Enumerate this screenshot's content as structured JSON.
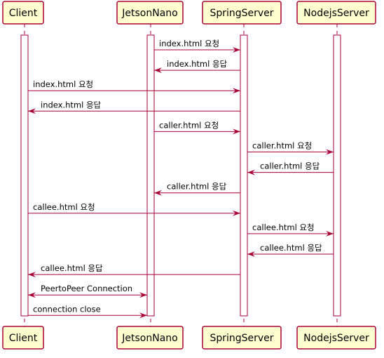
{
  "participants": [
    {
      "id": "client",
      "name": "Client"
    },
    {
      "id": "jetson",
      "name": "JetsonNano"
    },
    {
      "id": "spring",
      "name": "SpringServer"
    },
    {
      "id": "nodejs",
      "name": "NodejsServer"
    }
  ],
  "messages": [
    {
      "from": "jetson",
      "to": "spring",
      "label": "index.html 요청"
    },
    {
      "from": "spring",
      "to": "jetson",
      "label": "index.html 응답"
    },
    {
      "from": "client",
      "to": "spring",
      "label": "index.html 요청"
    },
    {
      "from": "spring",
      "to": "client",
      "label": "index.html 응답"
    },
    {
      "from": "jetson",
      "to": "spring",
      "label": "caller.html 요청"
    },
    {
      "from": "spring",
      "to": "nodejs",
      "label": "caller.html 요청"
    },
    {
      "from": "nodejs",
      "to": "spring",
      "label": "caller.html 응답"
    },
    {
      "from": "spring",
      "to": "jetson",
      "label": "caller.html 응답"
    },
    {
      "from": "client",
      "to": "spring",
      "label": "callee.html 요청"
    },
    {
      "from": "spring",
      "to": "nodejs",
      "label": "callee.html 요청"
    },
    {
      "from": "nodejs",
      "to": "spring",
      "label": "callee.html 응답"
    },
    {
      "from": "spring",
      "to": "client",
      "label": "callee.html 응답"
    },
    {
      "from": "client",
      "to": "jetson",
      "label": "PeertoPeer Connection",
      "bidirectional": true
    },
    {
      "from": "client",
      "to": "jetson",
      "label": "connection close"
    }
  ]
}
